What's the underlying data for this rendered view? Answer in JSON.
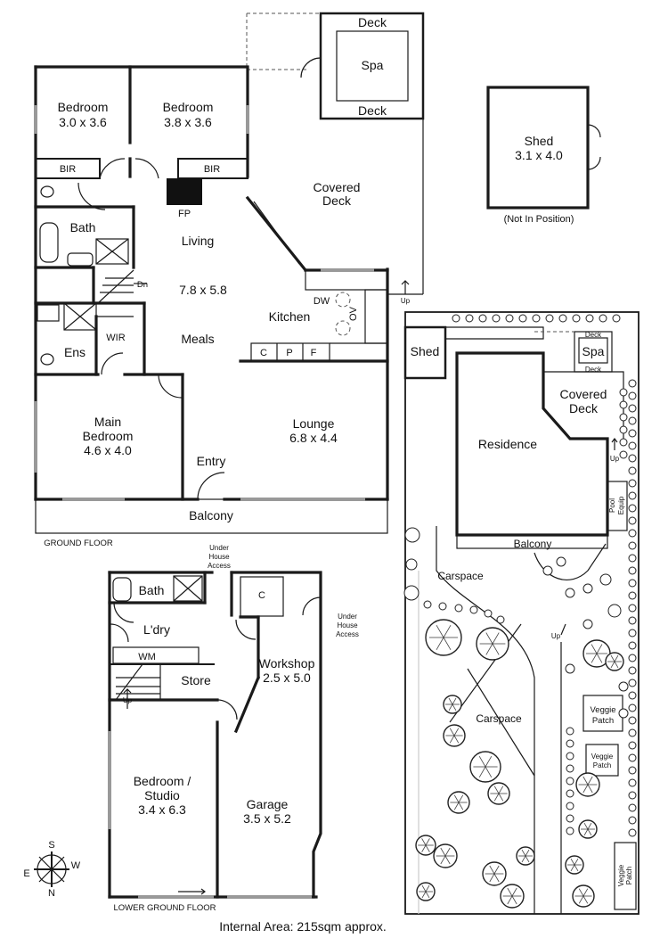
{
  "ground_floor": {
    "title": "GROUND FLOOR",
    "bedroom1": {
      "name": "Bedroom",
      "size": "3.0 x 3.6"
    },
    "bedroom2": {
      "name": "Bedroom",
      "size": "3.8 x 3.6"
    },
    "bir": "BIR",
    "fp": "FP",
    "bath": "Bath",
    "dn": "Dn",
    "living": {
      "name": "Living",
      "size": "7.8 x 5.8"
    },
    "meals": "Meals",
    "kitchen": "Kitchen",
    "dw": "DW",
    "ov": "OV",
    "pantry": [
      "C",
      "P",
      "F"
    ],
    "wir": "WIR",
    "ens": "Ens",
    "main_bedroom": {
      "name": "Main",
      "name2": "Bedroom",
      "size": "4.6 x 4.0"
    },
    "lounge": {
      "name": "Lounge",
      "size": "6.8 x 4.4"
    },
    "entry": "Entry",
    "balcony": "Balcony",
    "covered_deck": {
      "line1": "Covered",
      "line2": "Deck"
    },
    "deck": "Deck",
    "spa": "Spa",
    "up": "Up"
  },
  "shed": {
    "name": "Shed",
    "size": "3.1 x 4.0",
    "note": "(Not In Position)"
  },
  "lower_ground_floor": {
    "title": "LOWER GROUND FLOOR",
    "under_house_access": {
      "line1": "Under",
      "line2": "House",
      "line3": "Access"
    },
    "bath": "Bath",
    "laundry": "L'dry",
    "wm": "WM",
    "store": "Store",
    "up": "Up",
    "cupboard": "C",
    "workshop": {
      "name": "Workshop",
      "size": "2.5 x 5.0"
    },
    "bedroom_studio": {
      "name": "Bedroom /",
      "name2": "Studio",
      "size": "3.4 x 6.3"
    },
    "garage": {
      "name": "Garage",
      "size": "3.5 x 5.2"
    }
  },
  "site_plan": {
    "shed": "Shed",
    "spa": "Spa",
    "deck": "Deck",
    "covered_deck": {
      "line1": "Covered",
      "line2": "Deck"
    },
    "residence": "Residence",
    "up": "Up",
    "pool_equip": {
      "line1": "Pool",
      "line2": "Equip"
    },
    "balcony": "Balcony",
    "carspace": "Carspace",
    "veggie_patch": {
      "line1": "Veggie",
      "line2": "Patch"
    }
  },
  "compass": {
    "s": "S",
    "e": "E",
    "w": "W",
    "n": "N"
  },
  "internal_area": "Internal Area:  215sqm approx."
}
